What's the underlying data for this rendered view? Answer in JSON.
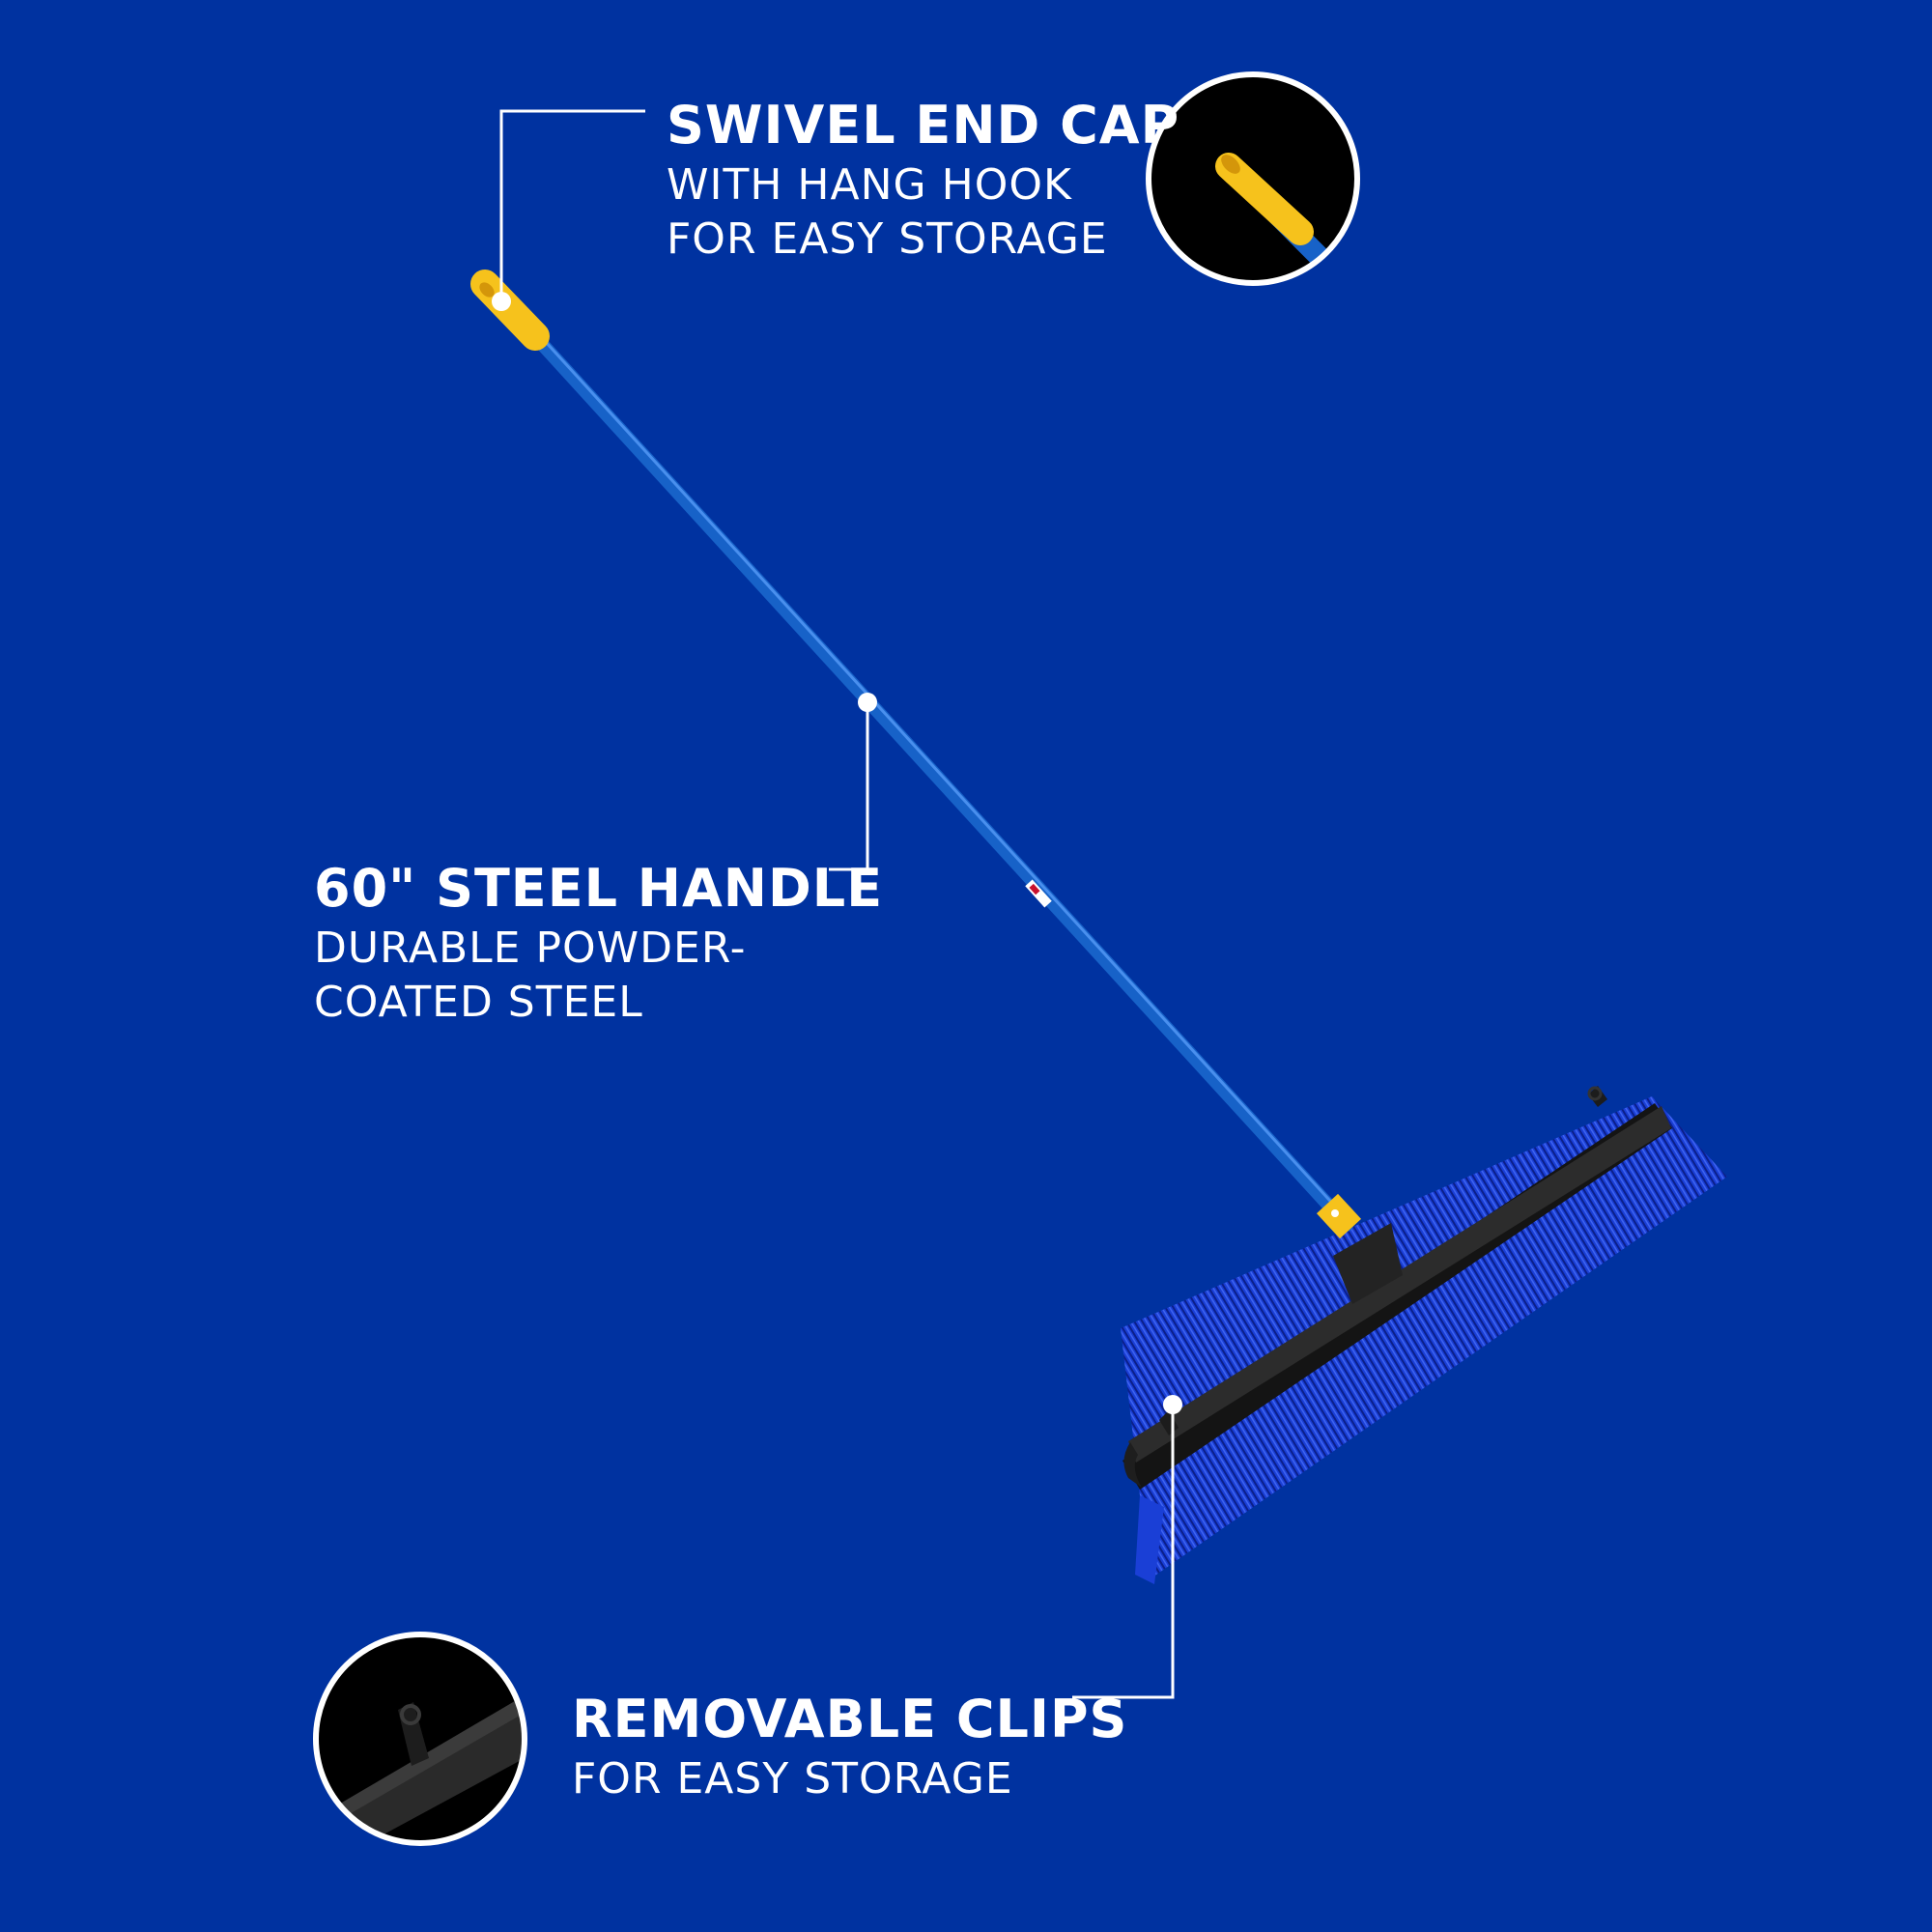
{
  "colors": {
    "background": "#0032a0",
    "handle": "#1762c8",
    "end_cap": "#f6c21c",
    "broom_head": "#1e1e1e",
    "bristles": "#1a3fd6",
    "callout_line": "#ffffff"
  },
  "callouts": {
    "end_cap": {
      "title": "SWIVEL END CAP",
      "line1": "WITH HANG HOOK",
      "line2": "FOR EASY STORAGE"
    },
    "handle": {
      "title": "60\" STEEL HANDLE",
      "line1": "DURABLE POWDER-",
      "line2": "COATED STEEL"
    },
    "clips": {
      "title": "REMOVABLE CLIPS",
      "line1": "FOR EASY STORAGE"
    }
  }
}
